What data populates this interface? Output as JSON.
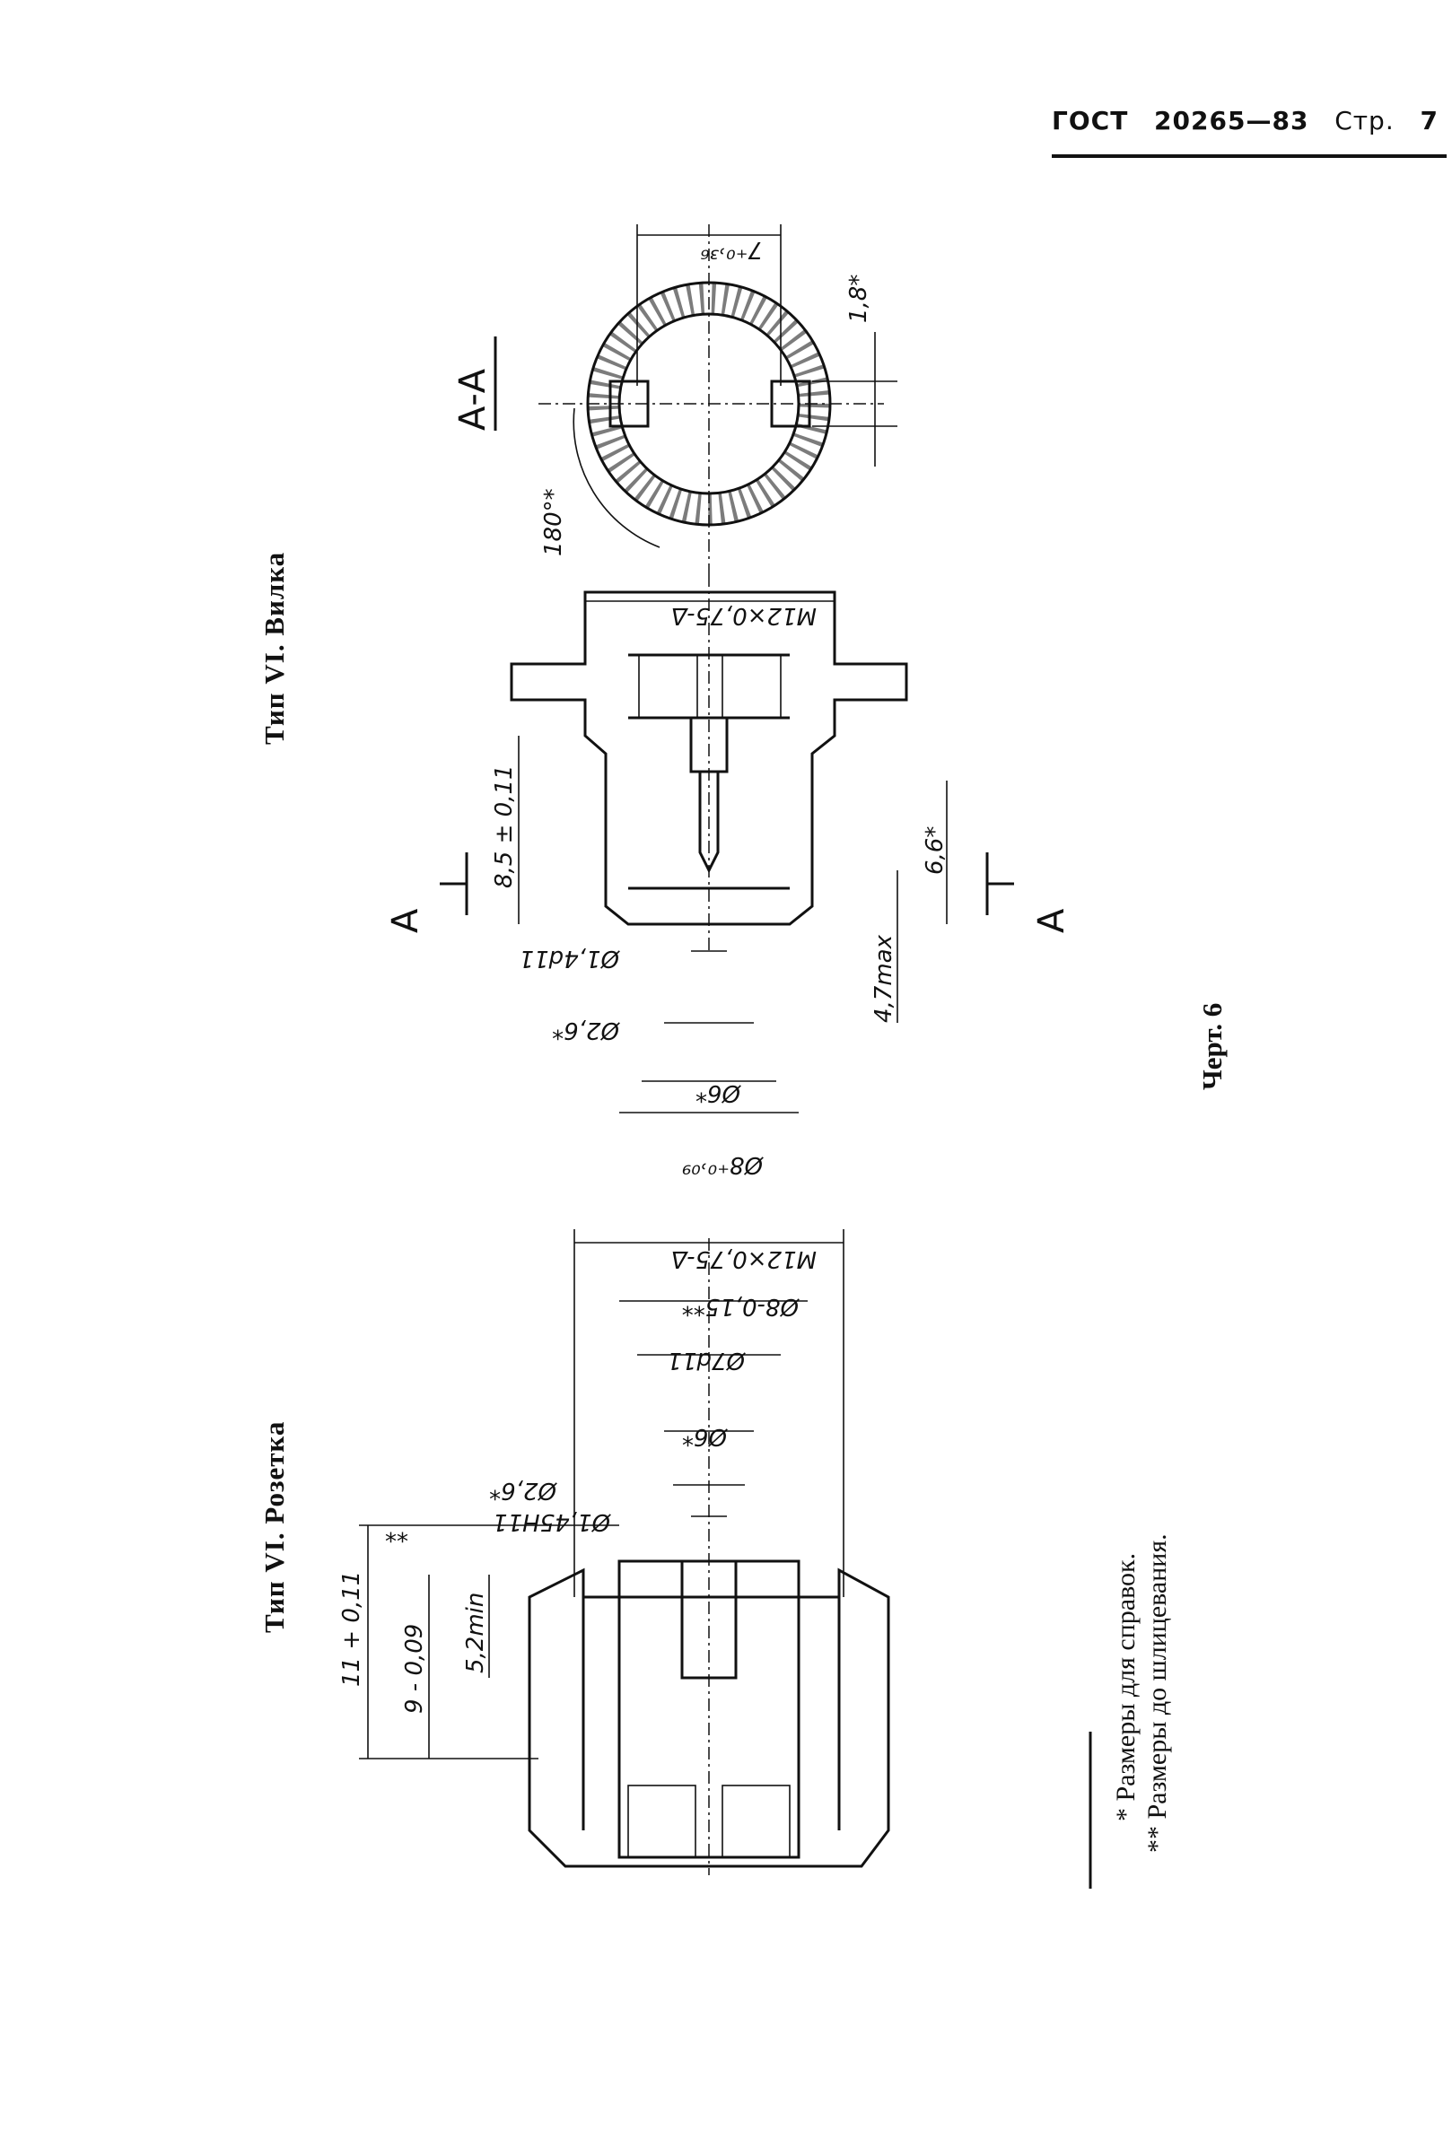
{
  "header": {
    "standard": "ГОСТ",
    "number": "20265—83",
    "page_label": "Стр.",
    "page_number": "7"
  },
  "drawing": {
    "title_plug": "Тип VI. Вилка",
    "title_socket": "Тип VI. Розетка",
    "figure_label": "Черт. 6",
    "section_label": "А-А",
    "section_mark": "А",
    "dims_section": {
      "width": "7⁺⁰˒³⁶",
      "slot": "1,8*",
      "angle": "180°*"
    },
    "dims_plug": {
      "thread": "M12×0,75-Δ",
      "length": "8,5 ± 0,11",
      "depth": "6,6*",
      "max": "4,7max",
      "d1": "Ø1,4d11",
      "d2": "Ø2,6*",
      "d3": "Ø6*",
      "d4": "Ø8⁺⁰˒⁰⁹"
    },
    "dims_socket": {
      "thread": "M12×0,75-Δ",
      "d1": "Ø8-0,15**",
      "d2": "Ø7d11",
      "d3": "Ø6*",
      "d4": "Ø2,6*",
      "d5": "Ø1,45H11",
      "star": "**",
      "len1": "11 + 0,11",
      "len2": "9 - 0,09",
      "len3": "5,2min"
    }
  },
  "notes": [
    "* Размеры для справок.",
    "** Размеры до шлицевания."
  ],
  "colors": {
    "ink": "#111111",
    "paper": "#ffffff"
  }
}
